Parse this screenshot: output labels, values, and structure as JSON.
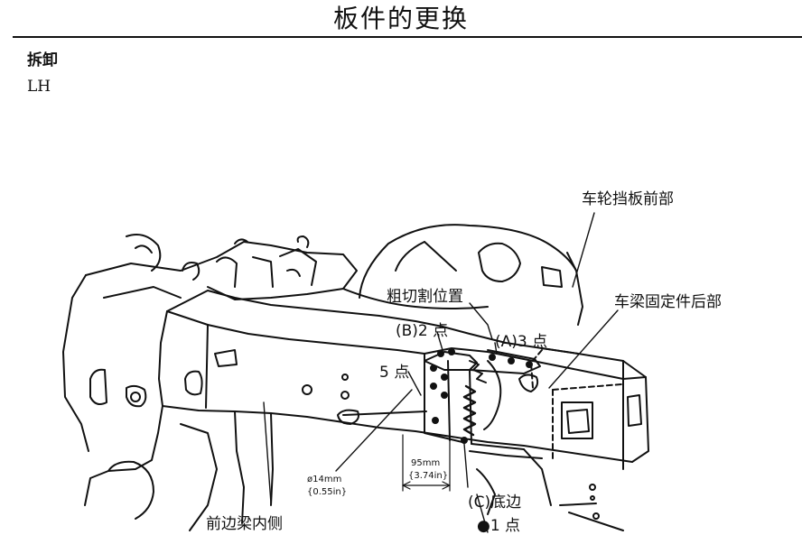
{
  "header": {
    "title": "板件的更换"
  },
  "section": {
    "heading": "拆卸",
    "side": "LH"
  },
  "labels": {
    "wheel_apron_front": "车轮挡板前部",
    "rough_cut_position": "粗切割位置",
    "member_fixer_rear": "车梁固定件后部",
    "b_points": "(B)2 点",
    "a_points": "(A)3 点",
    "five_points": "5 点",
    "dim_95": "95mm",
    "dim_95_in": "{3.74in}",
    "dim_14": "ø14mm",
    "dim_14_in": "{0.55in}",
    "c_bottom": "(C)底边",
    "one_point": "●1 点",
    "front_side_member_inner": "前边梁内侧"
  },
  "colors": {
    "ink": "#111111",
    "paper": "#ffffff"
  }
}
